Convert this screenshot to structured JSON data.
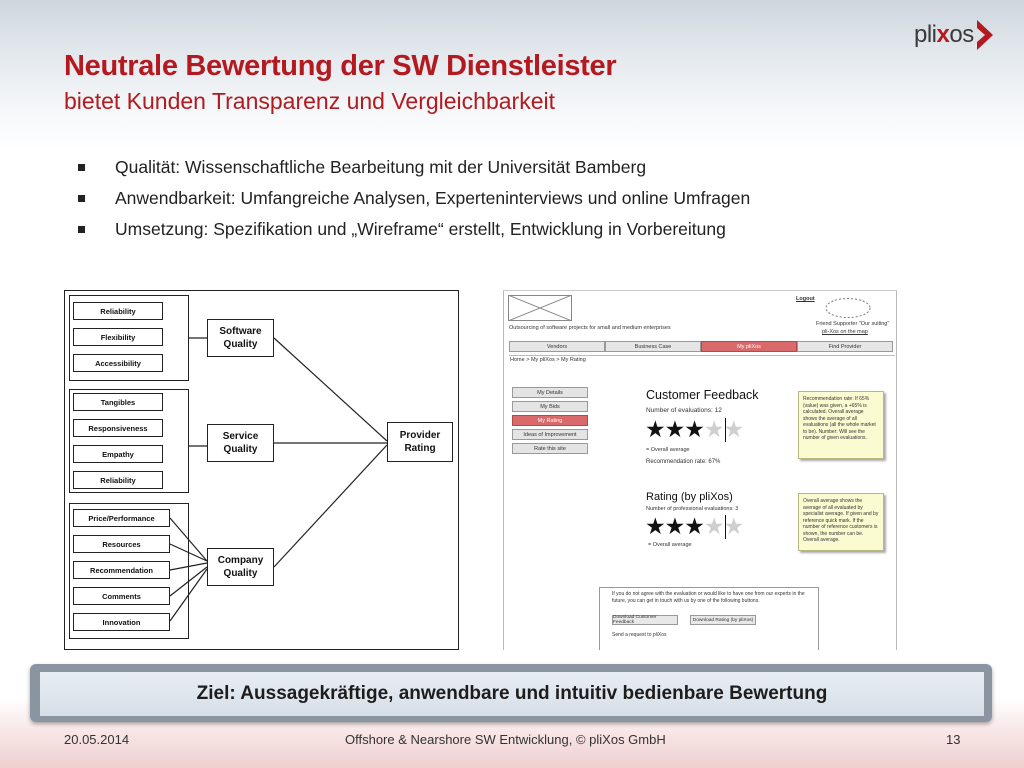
{
  "slide": {
    "title": "Neutrale Bewertung der SW Dienstleister",
    "subtitle": "bietet Kunden Transparenz und Vergleichbarkeit",
    "logo": {
      "text_a": "pli",
      "text_b": "x",
      "text_c": "os",
      "accent": "#b21a1f"
    },
    "bullets": [
      "Qualität: Wissenschaftliche Bearbeitung mit der Universität Bamberg",
      "Anwendbarkeit: Umfangreiche Analysen, Experteninterviews und online Umfragen",
      "Umsetzung: Spezifikation und „Wireframe“ erstellt, Entwicklung in Vorbereitung"
    ],
    "goal": "Ziel: Aussagekräftige, anwendbare und intuitiv bedienbare Bewertung",
    "footer": {
      "date": "20.05.2014",
      "center": "Offshore & Nearshore SW Entwicklung, © pliXos GmbH",
      "page": "13"
    }
  },
  "diagram": {
    "groups": [
      {
        "criteria": [
          "Reliability",
          "Flexibility",
          "Accessibility"
        ],
        "quality": "Software Quality"
      },
      {
        "criteria": [
          "Tangibles",
          "Responsiveness",
          "Empathy",
          "Reliability"
        ],
        "quality": "Service Quality"
      },
      {
        "criteria": [
          "Price/Performance",
          "Resources",
          "Recommendation",
          "Comments",
          "Innovation"
        ],
        "quality": "Company Quality"
      }
    ],
    "result": "Provider Rating"
  },
  "wireframe": {
    "header_link": "Logout",
    "site_title": "Outsourcing of software projects for small and medium enterprises",
    "logo_caption": "Friend Supporter \"Our suiting\"",
    "logo_link": "pli-Xos on the map",
    "tabs": [
      "Vendors",
      "Business Case",
      "My pliXos",
      "Find Provider"
    ],
    "active_tab": 2,
    "breadcrumb": "Home > My pliXos > My Rating",
    "side_menu": [
      "My Details",
      "My Bids",
      "My Rating",
      "Ideas of Improvement",
      "Rate this site"
    ],
    "active_side": 2,
    "customer_feedback": {
      "title": "Customer Feedback",
      "evaluations": "Number of evaluations: 12",
      "stars_on": 3,
      "stars_total": 5,
      "overall": "= Overall average",
      "recommendation": "Recommendation rate:  67%"
    },
    "rating_plixos": {
      "title": "Rating (by pliXos)",
      "evaluations": "Number of professional evaluations: 3",
      "stars_on": 3,
      "stars_total": 5,
      "overall": "= Overall average"
    },
    "note_1": "Recommendation rate: If 65% (value) was given, a +65% is calculated. Overall average shows the average of all evaluations (all the whole market to be). Number: Will see the number of given evaluations.",
    "note_2": "Overall average shows the average of all evaluated by specialist average. If given and by reference quick mark. If the number of reference customers is shown, the number can be. Overall average.",
    "bottom_text": "If you do not agree with the evaluation or would like to have one from our experts in the future, you can get in touch with us by one of the following buttons.",
    "btn_1": "Download Customer Feedback",
    "btn_2": "Download Rating (by pliXos)",
    "bottom_link": "Send a request to pliXos"
  }
}
